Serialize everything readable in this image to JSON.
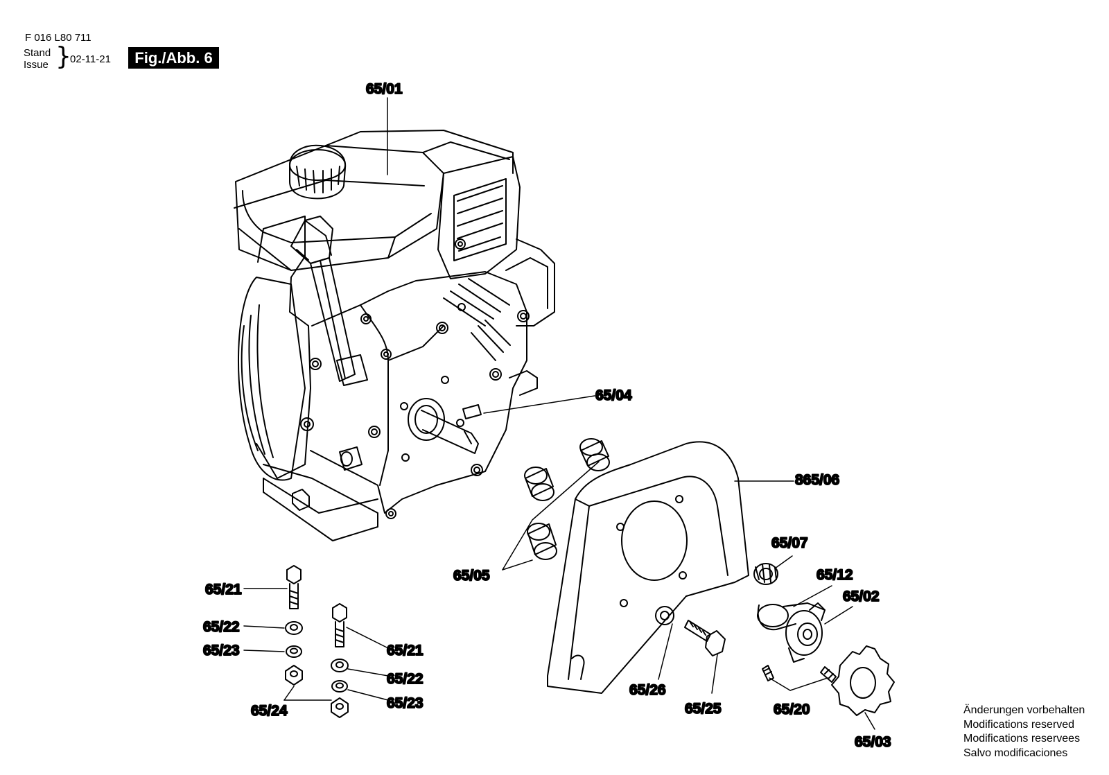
{
  "header": {
    "doc_number": "F 016 L80 711",
    "stand_label": "Stand",
    "issue_label": "Issue",
    "date": "02-11-21",
    "figure": "Fig./Abb. 6"
  },
  "callouts": {
    "engine": "65/01",
    "key": "65/04",
    "housing": "865/06",
    "spacers": "65/05",
    "bearing": "65/07",
    "pulley_cover": "65/12",
    "pulley": "65/02",
    "sprocket": "65/03",
    "washer_26": "65/26",
    "bolt_25": "65/25",
    "setscrews": "65/20",
    "bolt_left": "65/21",
    "washer_left": "65/22",
    "lockwasher_left": "65/23",
    "bolt_right": "65/21",
    "washer_right": "65/22",
    "lockwasher_right": "65/23",
    "nuts": "65/24"
  },
  "notes": [
    "Änderungen vorbehalten",
    "Modifications reserved",
    "Modifications reservees",
    "Salvo modificaciones"
  ]
}
